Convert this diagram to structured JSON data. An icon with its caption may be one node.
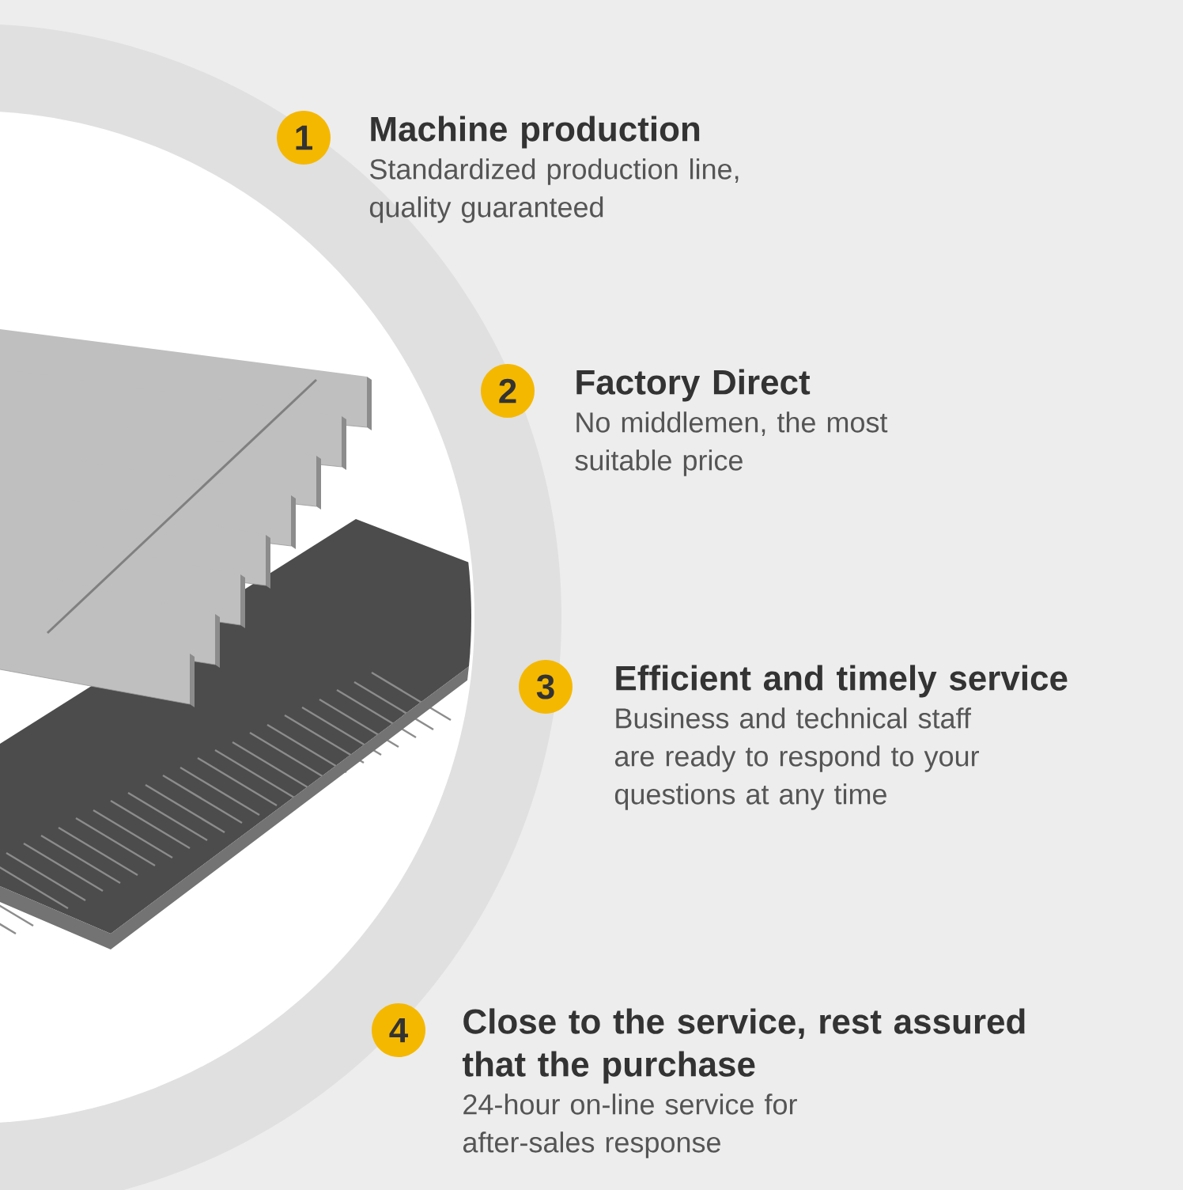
{
  "diagram": {
    "nodes": [
      {
        "text": [
          "1"
        ],
        "beside": [
          "Machine production",
          "Standardized production line, quality guaranteed"
        ]
      },
      {
        "text": [
          "2"
        ],
        "beside": [
          "Factory Direct",
          "No middlemen, the most suitable price"
        ]
      },
      {
        "text": [
          "3"
        ],
        "beside": [
          "Efficient and timely service",
          "Business and technical staff are ready to respond to your questions at any time"
        ]
      },
      {
        "text": [
          "4"
        ],
        "beside": [
          "Close to the service, rest assured that the purchase",
          "24-hour on-line service for after-sales response"
        ]
      }
    ]
  }
}
